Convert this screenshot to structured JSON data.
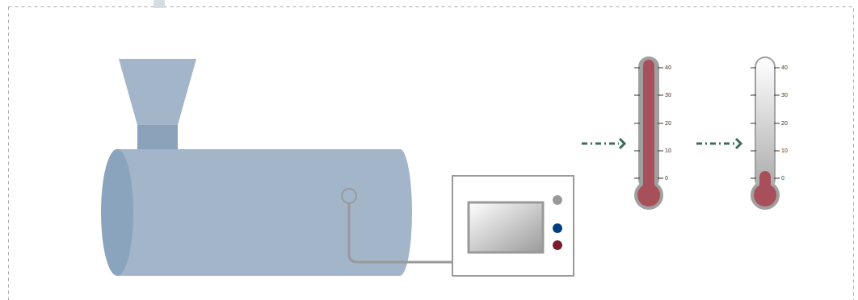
{
  "diagram": {
    "labels": [
      "40",
      "30",
      "20",
      "10",
      "0",
      "40",
      "30",
      "20",
      "10",
      "0"
    ]
  }
}
